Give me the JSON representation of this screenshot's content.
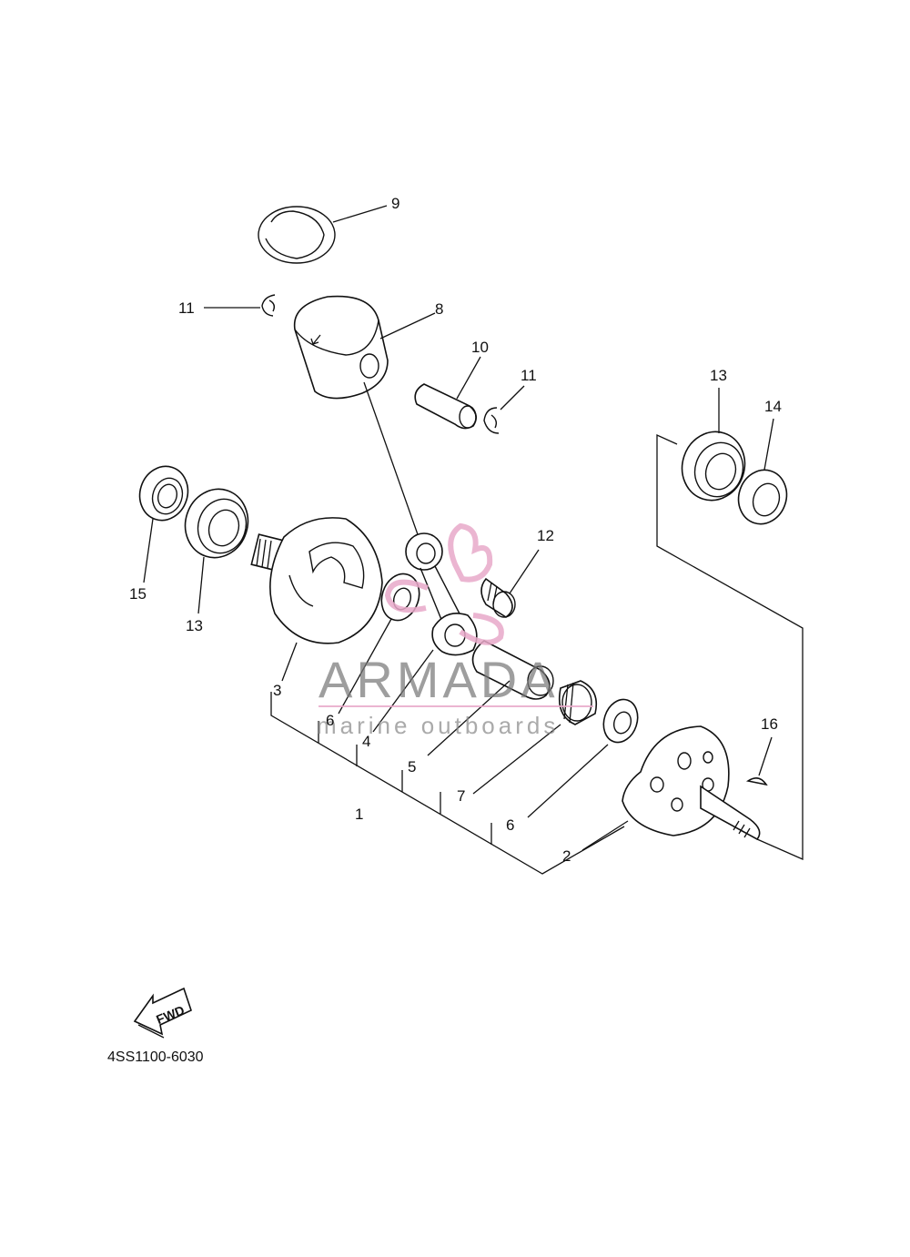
{
  "labels": {
    "l1": "1",
    "l2": "2",
    "l3": "3",
    "l4": "4",
    "l5": "5",
    "l6a": "6",
    "l6b": "6",
    "l7": "7",
    "l8": "8",
    "l9": "9",
    "l10": "10",
    "l11a": "11",
    "l11b": "11",
    "l12": "12",
    "l13a": "13",
    "l13b": "13",
    "l14": "14",
    "l15": "15",
    "l16": "16"
  },
  "watermark": {
    "brand": "ARMADA",
    "tagline": "marine outboards",
    "logo_color": "#e8a9c9"
  },
  "fwd_arrow": {
    "text": "FWD"
  },
  "diagram_code": "4SS1100-6030"
}
